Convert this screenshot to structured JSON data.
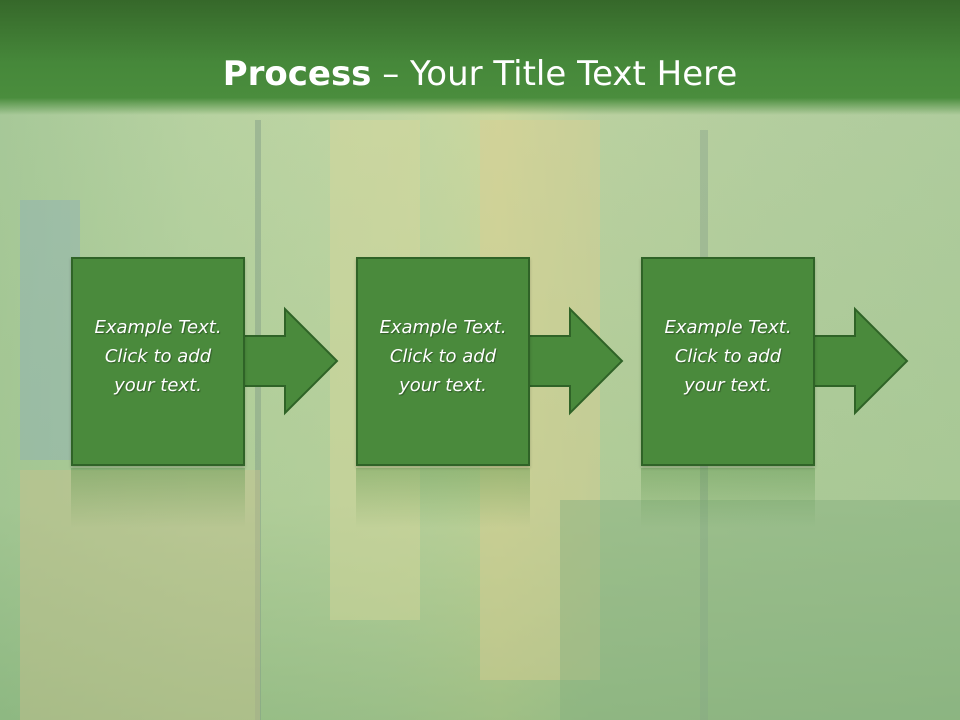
{
  "header": {
    "title_bold": "Process",
    "title_rest": " – Your Title Text Here"
  },
  "steps": [
    {
      "line1": "Example Text.",
      "line2": "Click  to add",
      "line3": "your text."
    },
    {
      "line1": "Example Text.",
      "line2": "Click  to add",
      "line3": "your text."
    },
    {
      "line1": "Example Text.",
      "line2": "Click  to add",
      "line3": "your text."
    }
  ],
  "colors": {
    "header": "#46883a",
    "box_fill": "#4a8a3c",
    "box_border": "#2f6327",
    "text": "#ffffff"
  }
}
